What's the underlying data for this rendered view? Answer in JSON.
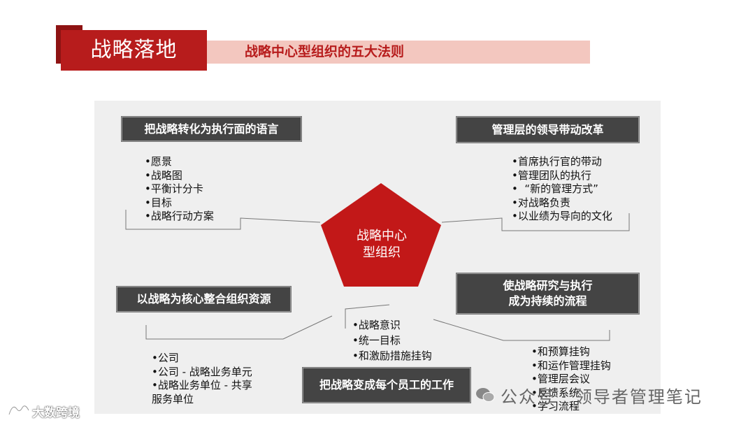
{
  "header": {
    "title": "战略落地",
    "subtitle": "战略中心型组织的五大法则"
  },
  "center": {
    "line1": "战略中心",
    "line2": "型组织"
  },
  "principles": [
    {
      "title": "把战略转化为执行面的语言",
      "bullets": [
        "•愿景",
        "•战略图",
        "•平衡计分卡",
        "•目标",
        "•战略行动方案"
      ]
    },
    {
      "title": "管理层的领导带动改革",
      "bullets": [
        "•首席执行官的带动",
        "•管理团队的执行",
        "•  “新的管理方式”",
        "•对战略负责",
        "•以业绩为导向的文化"
      ]
    },
    {
      "title": "以战略为核心整合组织资源",
      "bullets": [
        "•公司",
        "•公司 - 战略业务单元",
        "•战略业务单位 - 共享",
        "服务单位"
      ]
    },
    {
      "title_line1": "使战略研究与执行",
      "title_line2": "成为持续的流程",
      "bullets": [
        "•和预算挂钩",
        "•和运作管理挂钩",
        "•管理层会议",
        "•反馈系统",
        "•学习流程"
      ]
    },
    {
      "title": "把战略变成每个员工的工作",
      "bullets": [
        "•战略意识",
        "•统一目标",
        "•和激励措施挂钩"
      ]
    }
  ],
  "watermarks": {
    "wechat": "公众号 · 领导者管理笔记",
    "brand": "大数跨境"
  },
  "colors": {
    "accent_red": "#b71c1c",
    "subtitle_bg": "#f3c7bf",
    "box_dark": "#444444",
    "panel_bg": "#efefef"
  }
}
